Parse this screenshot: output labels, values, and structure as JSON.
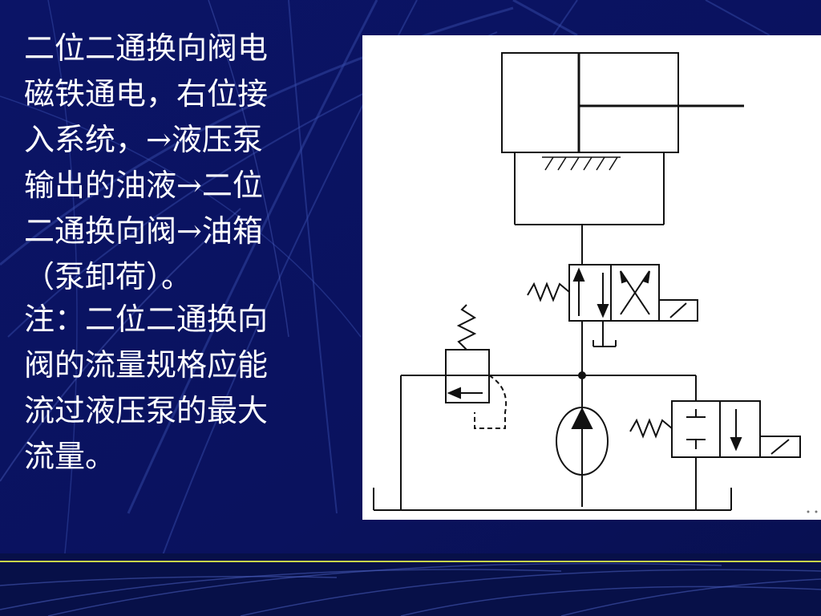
{
  "slide": {
    "background_color": "#0a1260",
    "accent_line_color": "#c8d44a",
    "paragraph1": {
      "lines": [
        "二位二通换向阀电",
        "磁铁通电，右位接",
        "入系统，→液压泵",
        "输出的油液→二位",
        "二通换向阀→油箱",
        "（泵卸荷）。"
      ]
    },
    "paragraph2": {
      "lines": [
        "注：二位二通换向",
        "阀的流量规格应能",
        "流过液压泵的最大",
        "流量。"
      ]
    }
  },
  "diagram": {
    "components": [
      "hydraulic-cylinder",
      "two-position-two-way-valve-upper",
      "relief-valve",
      "hydraulic-pump",
      "two-position-two-way-valve-lower",
      "tank"
    ]
  }
}
